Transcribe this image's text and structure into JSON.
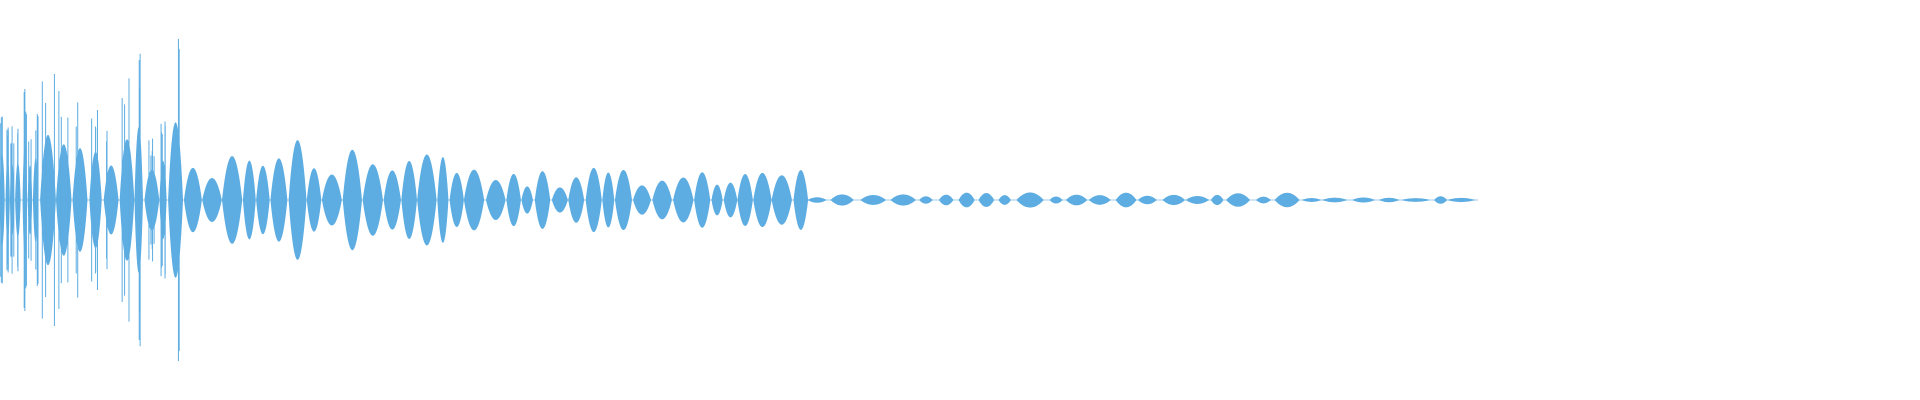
{
  "waveform": {
    "color": "#5dade2",
    "description_of_content": "",
    "segments": [
      {
        "from": 0.0,
        "to": 0.02,
        "amplitude": 0.65,
        "density": "dense"
      },
      {
        "from": 0.02,
        "to": 0.095,
        "amplitude": 0.95,
        "density": "spiky"
      },
      {
        "from": 0.095,
        "to": 0.2,
        "amplitude": 0.72,
        "density": "pulses"
      },
      {
        "from": 0.2,
        "to": 0.26,
        "amplitude": 0.55,
        "density": "pulses"
      },
      {
        "from": 0.26,
        "to": 0.42,
        "amplitude": 0.38,
        "density": "pulses"
      },
      {
        "from": 0.42,
        "to": 0.48,
        "amplitude": 0.07,
        "density": "sparse"
      },
      {
        "from": 0.48,
        "to": 0.67,
        "amplitude": 0.1,
        "density": "sparse"
      },
      {
        "from": 0.67,
        "to": 0.76,
        "amplitude": 0.04,
        "density": "sparse"
      }
    ]
  }
}
